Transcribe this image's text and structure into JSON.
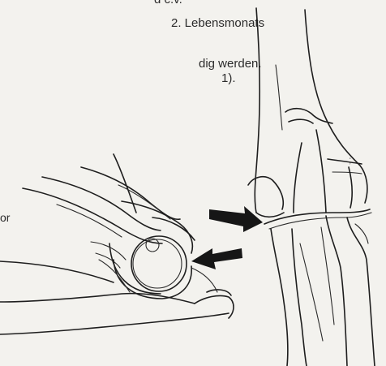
{
  "text_lines": [
    "d c.v.",
    "2. Lebensmonats",
    "dig werden.",
    "1).",
    "or"
  ],
  "figure": {
    "left_panel": "elbow joint, lateral view",
    "right_panel": "elbow joint, anteroposterior view",
    "arrow_count": 2
  }
}
